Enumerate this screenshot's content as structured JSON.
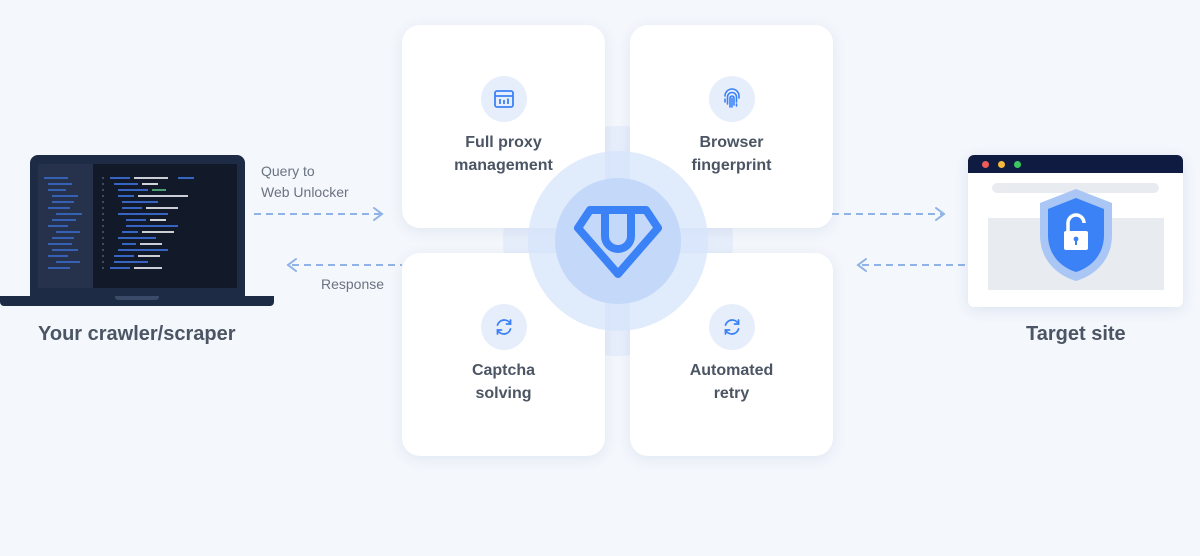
{
  "left": {
    "label": "Your crawler/scraper"
  },
  "right": {
    "label": "Target site"
  },
  "arrows": {
    "request_label_line1": "Query to",
    "request_label_line2": "Web Unlocker",
    "response_label": "Response"
  },
  "cards": {
    "proxy": {
      "line1": "Full proxy",
      "line2": "management",
      "icon": "dashboard-icon"
    },
    "fingerprint": {
      "line1": "Browser",
      "line2": "fingerprint",
      "icon": "fingerprint-icon"
    },
    "captcha": {
      "line1": "Captcha",
      "line2": "solving",
      "icon": "refresh-icon"
    },
    "retry": {
      "line1": "Automated",
      "line2": "retry",
      "icon": "refresh-icon"
    }
  },
  "colors": {
    "accent": "#3b82f6",
    "background": "#f4f7fc",
    "arrow": "#8fb2e8",
    "laptop": "#1d2b45"
  }
}
